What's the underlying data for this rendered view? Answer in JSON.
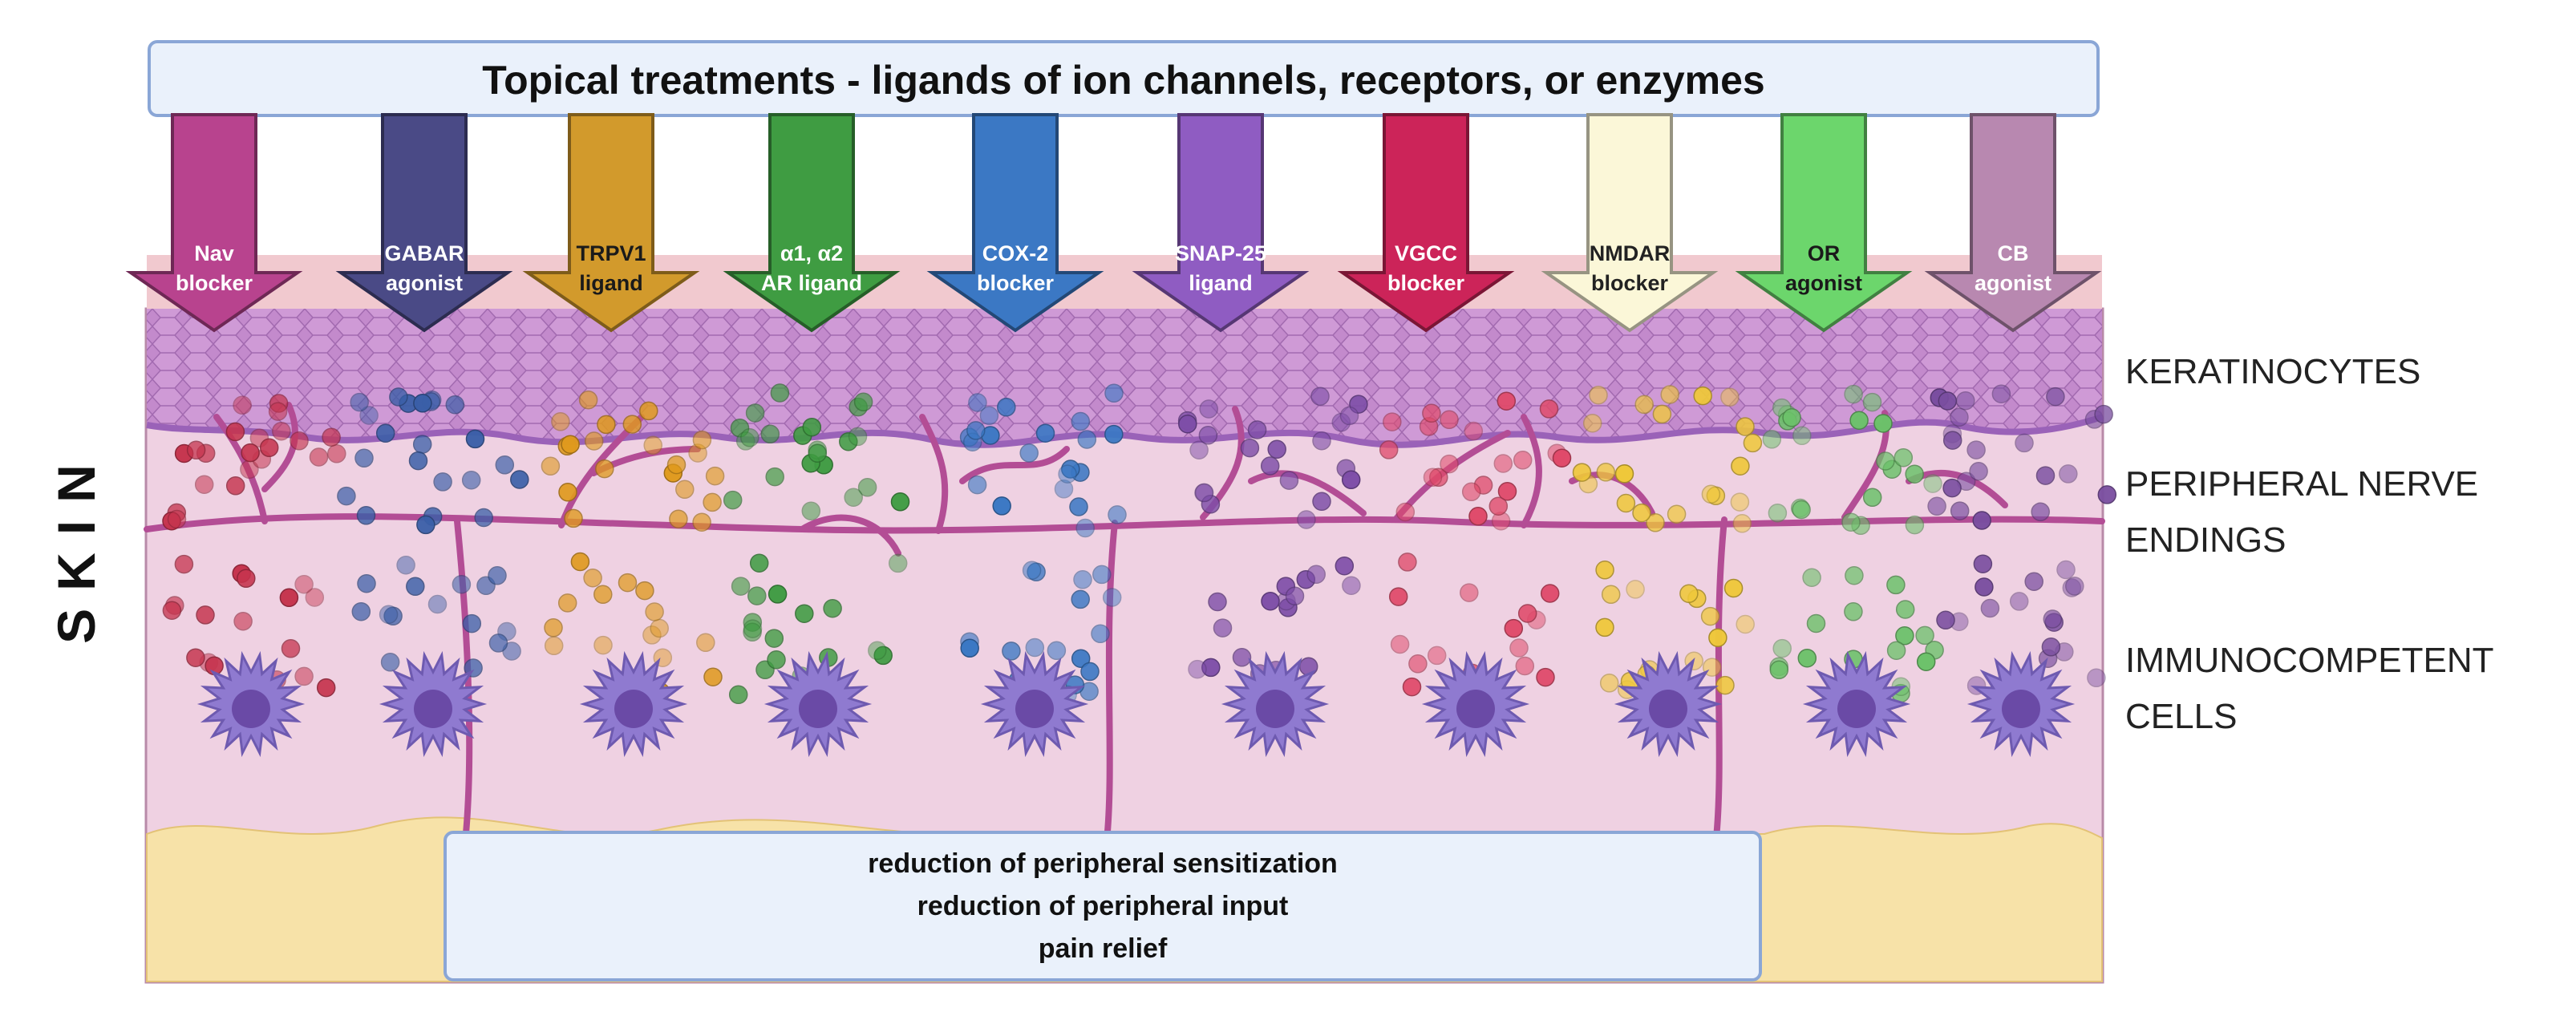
{
  "title": "Topical treatments - ligands of ion channels, receptors, or enzymes",
  "skin_label": "SKIN",
  "treatments": [
    {
      "line1": "Nav",
      "line2": "blocker",
      "fill": "#b8438e",
      "text": "#ffffff"
    },
    {
      "line1": "GABAR",
      "line2": "agonist",
      "fill": "#4a4a86",
      "text": "#ffffff"
    },
    {
      "line1": "TRPV1",
      "line2": "ligand",
      "fill": "#d29a2c",
      "text": "#1a1a1a"
    },
    {
      "line1": "α1, α2",
      "line2": "AR ligand",
      "fill": "#3f9c42",
      "text": "#ffffff"
    },
    {
      "line1": "COX-2",
      "line2": "blocker",
      "fill": "#3b78c4",
      "text": "#ffffff"
    },
    {
      "line1": "SNAP-25",
      "line2": "ligand",
      "fill": "#8f5cc2",
      "text": "#ffffff"
    },
    {
      "line1": "VGCC",
      "line2": "blocker",
      "fill": "#cc2459",
      "text": "#ffffff"
    },
    {
      "line1": "NMDAR",
      "line2": "blocker",
      "fill": "#fbf7d8",
      "text": "#222222"
    },
    {
      "line1": "OR",
      "line2": "agonist",
      "fill": "#6cd66c",
      "text": "#1a1a1a"
    },
    {
      "line1": "CB",
      "line2": "agonist",
      "fill": "#b888b0",
      "text": "#ffffff"
    }
  ],
  "layers": {
    "keratinocytes": "KERATINOCYTES",
    "nerve_line1": "PERIPHERAL NERVE",
    "nerve_line2": "ENDINGS",
    "immune_line1": "IMMUNOCOMPETENT",
    "immune_line2": "CELLS"
  },
  "results": [
    "reduction of peripheral sensitization",
    "reduction of peripheral input",
    "pain relief"
  ],
  "colors": {
    "title_box": "#eaf1fb",
    "title_border": "#8aa6d6",
    "epidermis": "#c98fcc",
    "dermis": "#efd1e2",
    "fat": "#f7e2a8",
    "nerve": "#b34d95",
    "cell": "#8f7ad0"
  },
  "dot_colors": [
    "#c6344e",
    "#3a5fa8",
    "#e09a1e",
    "#3f9c42",
    "#3b78c4",
    "#7e4ea8",
    "#e04a6a",
    "#efc83a",
    "#6cc26a",
    "#7a4ea0"
  ]
}
